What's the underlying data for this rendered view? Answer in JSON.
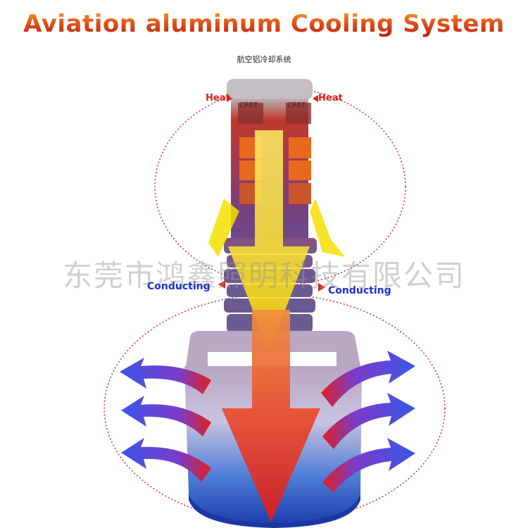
{
  "title": "Aviation aluminum Cooling System",
  "subtitle": "航空铝冷却系统",
  "watermark": "东莞市鸿鑫照明科技有限公司",
  "labels": {
    "heat_left": "Heat",
    "heat_right": "Heat",
    "conducting_left": "Conducting",
    "conducting_right": "Conducting"
  },
  "chip_brand": "CREE",
  "colors": {
    "heat": "#e0201c",
    "conducting": "#1f2fd0",
    "title_top": "#f6a22a",
    "title_bottom": "#b81b10"
  }
}
